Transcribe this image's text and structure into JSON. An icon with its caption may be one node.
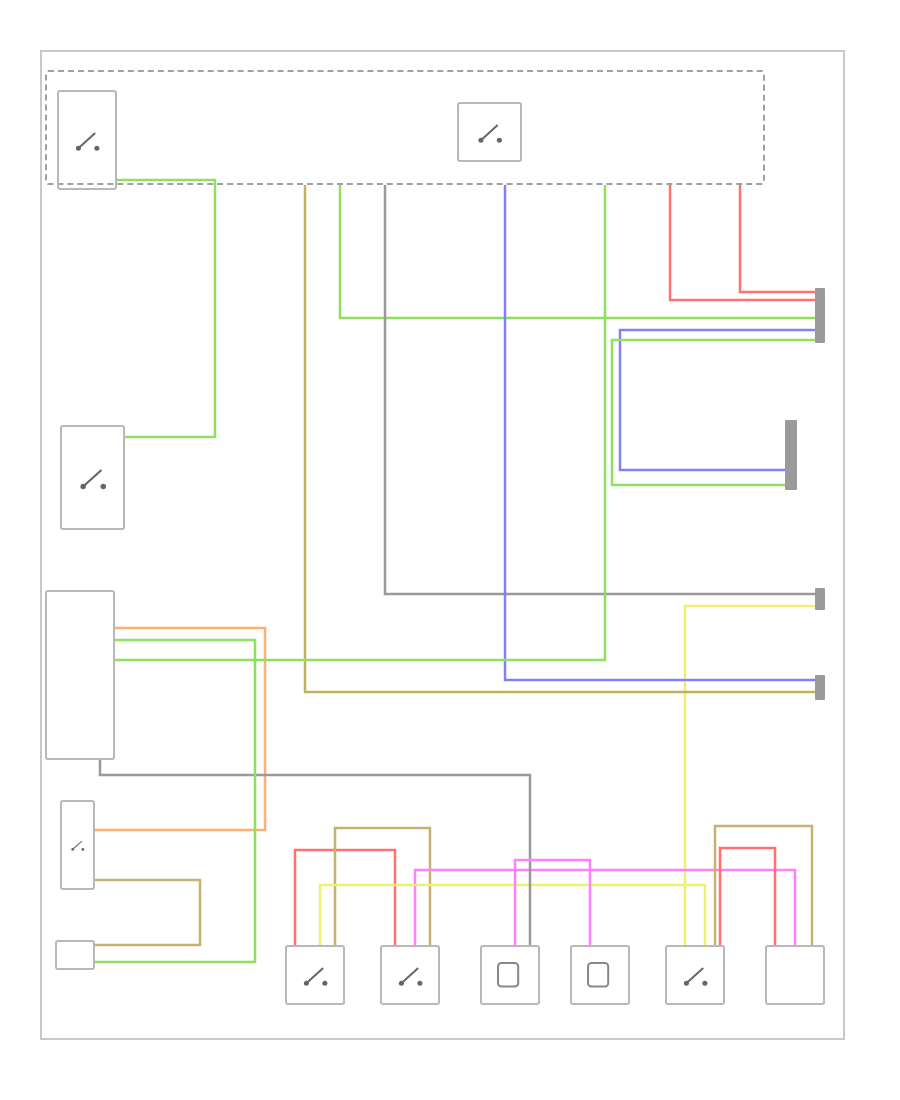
{
  "diagram": {
    "nodes": [
      {
        "text": [],
        "shape": "box"
      },
      {
        "text": [],
        "shape": "box",
        "in": 0
      },
      {
        "text": [],
        "shape": "box",
        "in": 0
      },
      {
        "text": [],
        "shape": "box"
      },
      {
        "text": [],
        "shape": "bar"
      },
      {
        "text": [],
        "shape": "box"
      },
      {
        "text": [],
        "shape": "box"
      },
      {
        "text": [],
        "shape": "box"
      },
      {
        "text": [],
        "shape": "box"
      },
      {
        "text": [],
        "shape": "box"
      },
      {
        "text": [],
        "shape": "box"
      },
      {
        "text": [],
        "shape": "box"
      },
      {
        "text": [],
        "shape": "box"
      },
      {
        "text": [],
        "shape": "box"
      },
      {
        "text": [],
        "shape": "bar"
      },
      {
        "text": [],
        "shape": "bar"
      },
      {
        "text": [],
        "shape": "bar"
      }
    ],
    "edges": [
      {
        "from": 1,
        "to": 3,
        "arrow": "none",
        "color": "#90e060"
      },
      {
        "from": 0,
        "to": 14,
        "arrow": "none",
        "color": "#ff7070"
      },
      {
        "from": 0,
        "to": 14,
        "arrow": "none",
        "color": "#ff7070"
      },
      {
        "from": 0,
        "to": 14,
        "arrow": "none",
        "color": "#90e060"
      },
      {
        "from": 14,
        "to": 4,
        "arrow": "none",
        "color": "#8080ff"
      },
      {
        "from": 14,
        "to": 4,
        "arrow": "none",
        "color": "#90e060"
      },
      {
        "from": 0,
        "to": 15,
        "arrow": "none"
      },
      {
        "from": 5,
        "to": 6,
        "arrow": "none",
        "color": "#ffb070"
      },
      {
        "from": 15,
        "to": 12,
        "arrow": "none",
        "color": "#f0f070"
      },
      {
        "from": 0,
        "to": 16,
        "arrow": "none",
        "color": "#8080ff"
      },
      {
        "from": 0,
        "to": 16,
        "arrow": "none",
        "color": "#c0b060"
      },
      {
        "from": 5,
        "to": 0,
        "arrow": "none",
        "color": "#90e060"
      },
      {
        "from": 8,
        "to": 9,
        "arrow": "none",
        "color": "#ff7070"
      },
      {
        "from": 8,
        "to": 9,
        "arrow": "none",
        "color": "#c8b070"
      },
      {
        "from": 9,
        "to": 13,
        "arrow": "none",
        "color": "#ff80ff"
      },
      {
        "from": 8,
        "to": 12,
        "arrow": "none",
        "color": "#f0f070"
      },
      {
        "from": 12,
        "to": 13,
        "arrow": "none",
        "color": "#ff7070"
      },
      {
        "from": 12,
        "to": 13,
        "arrow": "none",
        "color": "#c8b070"
      },
      {
        "from": 5,
        "to": 10,
        "arrow": "none"
      },
      {
        "from": 10,
        "to": 11,
        "arrow": "none",
        "color": "#ff80ff"
      },
      {
        "from": 6,
        "to": 7,
        "arrow": "none",
        "color": "#c8b070"
      },
      {
        "from": 7,
        "to": 5,
        "arrow": "none",
        "color": "#90e060"
      }
    ]
  }
}
